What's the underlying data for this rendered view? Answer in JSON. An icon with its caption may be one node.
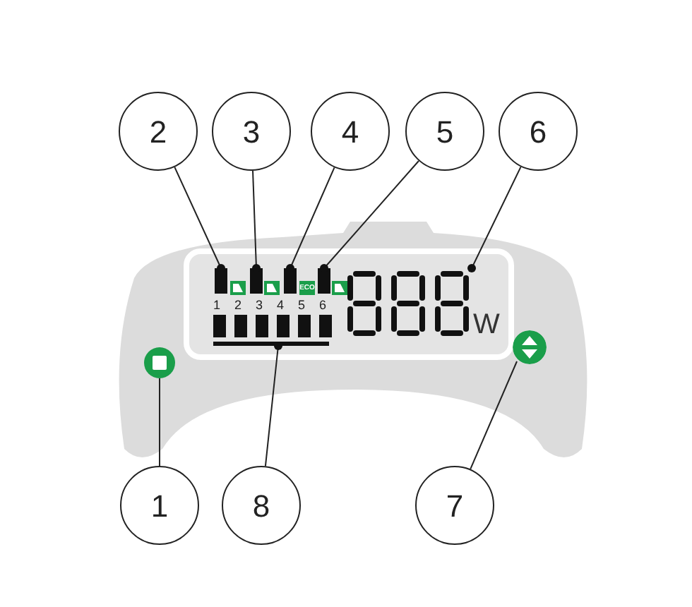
{
  "diagram": {
    "nodes": [
      {
        "text": [
          "2"
        ]
      },
      {
        "text": [
          "3"
        ]
      },
      {
        "text": [
          "4"
        ]
      },
      {
        "text": [
          "5"
        ]
      },
      {
        "text": [
          "6"
        ]
      },
      {
        "text": [],
        "shape": "bar"
      },
      {
        "text": [],
        "shape": "bar"
      },
      {
        "text": [],
        "shape": "bar"
      },
      {
        "text": [],
        "shape": "bar"
      },
      {
        "text": [],
        "shape": "box"
      },
      {
        "text": [],
        "shape": "circle"
      },
      {
        "text": [],
        "shape": "bar"
      },
      {
        "text": [],
        "shape": "circle"
      },
      {
        "text": [
          "1"
        ]
      },
      {
        "text": [
          "8"
        ]
      },
      {
        "text": [
          "7"
        ]
      }
    ],
    "edges": [
      {
        "from": 0,
        "to": 5,
        "arrow": "other"
      },
      {
        "from": 1,
        "to": 6,
        "arrow": "other"
      },
      {
        "from": 2,
        "to": 7,
        "arrow": "other"
      },
      {
        "from": 3,
        "to": 8,
        "arrow": "other"
      },
      {
        "from": 4,
        "to": 9,
        "arrow": "other"
      },
      {
        "from": 13,
        "to": 10,
        "arrow": "none"
      },
      {
        "from": 14,
        "to": 11,
        "arrow": "other"
      },
      {
        "from": 15,
        "to": 12,
        "arrow": "none"
      }
    ],
    "labels": [
      "ECO",
      "1",
      "2",
      "3",
      "4",
      "5",
      "6",
      "W"
    ]
  }
}
